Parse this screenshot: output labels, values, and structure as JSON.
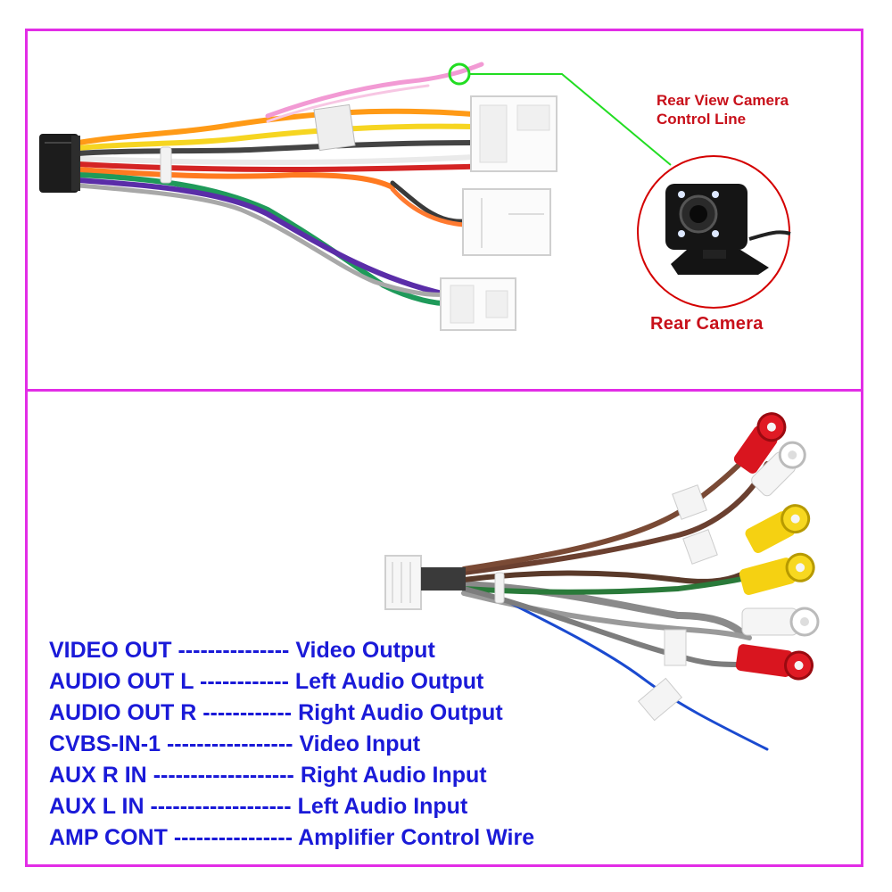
{
  "top_panel": {
    "control_line_label_1": "Rear View Camera",
    "control_line_label_2": "Control Line",
    "camera_label": "Rear Camera"
  },
  "legend": [
    {
      "code": "VIDEO OUT",
      "dashes": "---------------",
      "meaning": "Video Output"
    },
    {
      "code": "AUDIO OUT L",
      "dashes": "------------",
      "meaning": "Left Audio Output"
    },
    {
      "code": "AUDIO OUT R",
      "dashes": "------------",
      "meaning": "Right Audio Output"
    },
    {
      "code": "CVBS-IN-1",
      "dashes": "-----------------",
      "meaning": "Video Input"
    },
    {
      "code": "AUX R IN",
      "dashes": "-------------------",
      "meaning": "Right Audio Input"
    },
    {
      "code": "AUX L IN",
      "dashes": "-------------------",
      "meaning": "Left Audio Input"
    },
    {
      "code": "AMP CONT",
      "dashes": "----------------",
      "meaning": "Amplifier Control Wire"
    }
  ],
  "colors": {
    "frame": "#e22de6",
    "legend_text": "#1a1ad8",
    "camera_text": "#c8101a",
    "pointer_line": "#22dd22"
  }
}
